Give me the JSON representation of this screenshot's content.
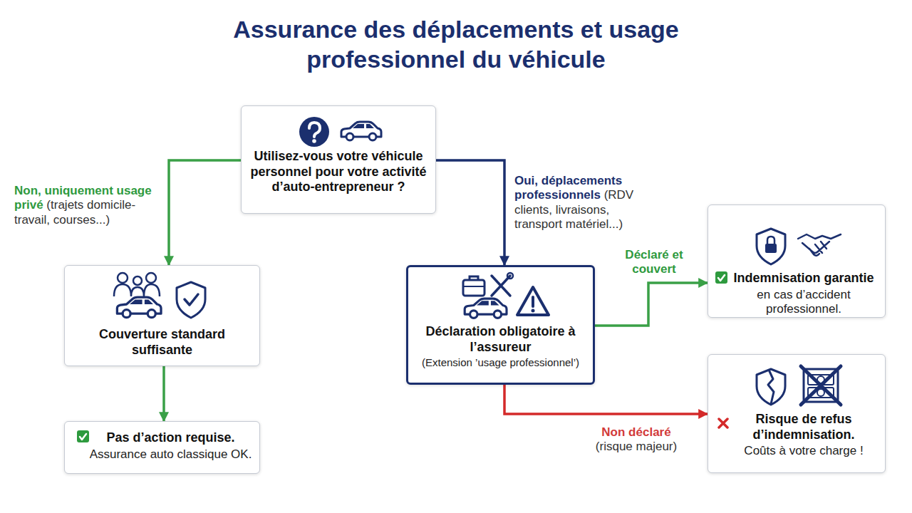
{
  "diagram": {
    "title": "Assurance des déplacements et usage professionnel du véhicule",
    "nodes": [
      {
        "text": [
          "Utilisez-vous votre véhicule personnel pour votre activité d’auto-entrepreneur ?"
        ]
      },
      {
        "text": [
          "Couverture standard suffisante"
        ]
      },
      {
        "text": [
          "Pas d’action requise.",
          "Assurance auto classique OK."
        ]
      },
      {
        "text": [
          "Déclaration obligatoire à l’assureur",
          "(Extension ’usage professionnel’)"
        ]
      },
      {
        "text": [
          "Indemnisation garantie",
          "en cas d’accident professionnel."
        ]
      },
      {
        "text": [
          "Risque de refus d’indemnisation.",
          "Coûts à votre charge !"
        ]
      }
    ],
    "edges": [
      {
        "from": 0,
        "to": 1,
        "arrow": "to",
        "label": "Non, uniquement usage privé (trajets domicile-travail, courses...)"
      },
      {
        "from": 0,
        "to": 3,
        "arrow": "to",
        "label": "Oui, déplacements professionnels (RDV clients, livraisons, transport matériel...)"
      },
      {
        "from": 1,
        "to": 2,
        "arrow": "to"
      },
      {
        "from": 3,
        "to": 4,
        "arrow": "to",
        "label": "Déclaré et couvert"
      },
      {
        "from": 3,
        "to": 5,
        "arrow": "to",
        "label": "Non déclaré (risque majeur)"
      }
    ]
  }
}
